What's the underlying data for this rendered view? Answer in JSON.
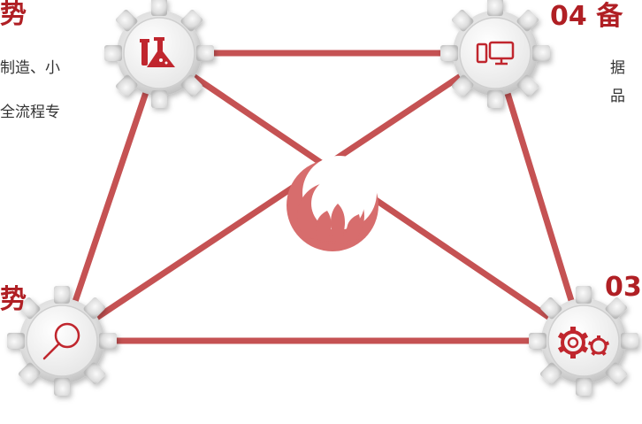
{
  "colors": {
    "accent": "#c0282d",
    "line": "#c55253",
    "logo": "#d76d6d",
    "gear_face": "#f4f4f4",
    "body_text": "#333333"
  },
  "texts": {
    "top_left_heading": "势",
    "top_left_line1": "制造、小",
    "top_left_line2": "全流程专",
    "top_right_heading": "04 备",
    "top_right_line1": "据",
    "top_right_line2": "品",
    "left_heading": "势",
    "right_heading": "03"
  },
  "nodes": [
    {
      "id": "top-left",
      "icon": "lab-flask-icon"
    },
    {
      "id": "top-right",
      "icon": "computer-icon"
    },
    {
      "id": "bottom-left",
      "icon": "magnifier-icon"
    },
    {
      "id": "bottom-right",
      "icon": "gears-icon"
    }
  ],
  "center_logo": {
    "icon": "lotus-logo-icon"
  }
}
